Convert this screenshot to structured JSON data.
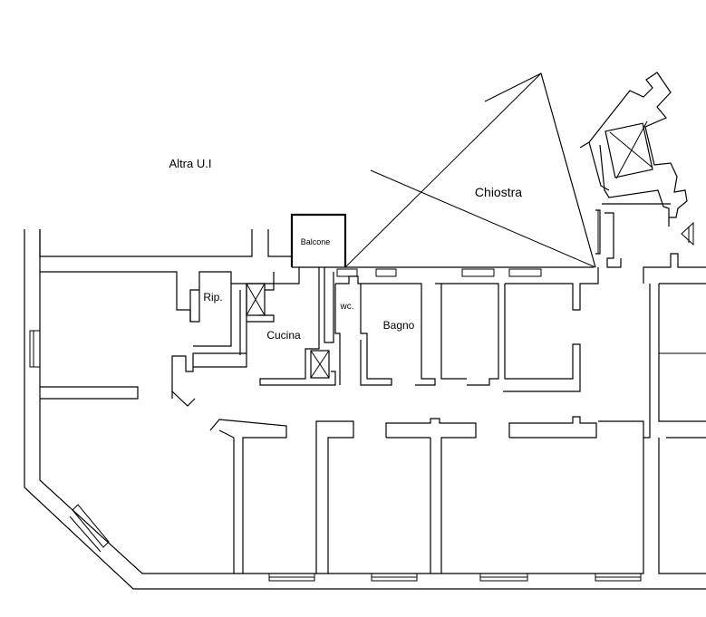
{
  "labels": {
    "other_unit": "Altra U.I",
    "courtyard": "Chiostra",
    "balcony": "Balcone",
    "storage": "Rip.",
    "kitchen": "Cucina",
    "wc": "wc.",
    "bathroom": "Bagno"
  }
}
